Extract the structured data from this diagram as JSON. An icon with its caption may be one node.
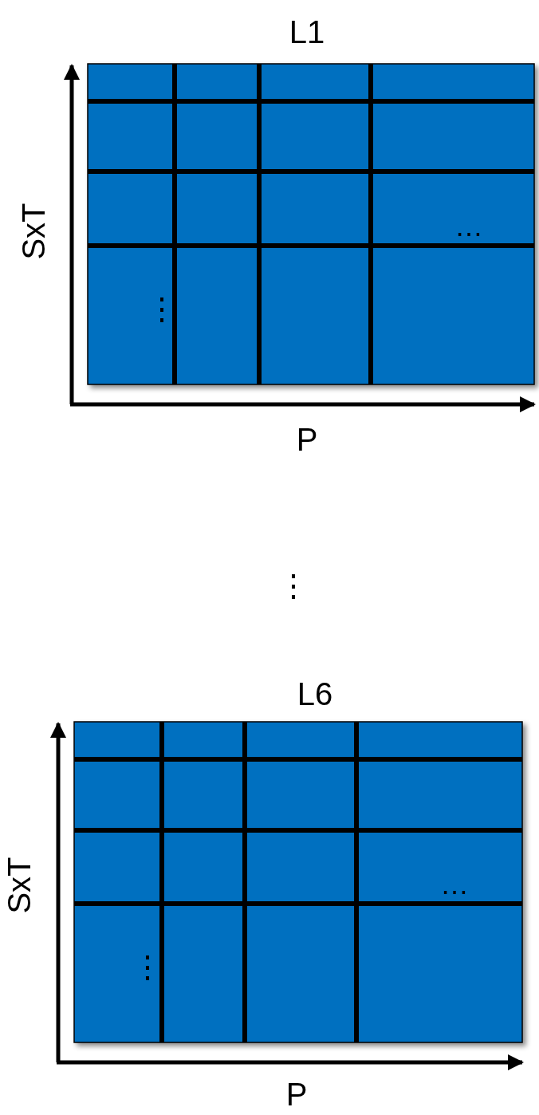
{
  "diagram": {
    "labels": [
      "L1",
      "SxT",
      "⋮",
      "…",
      "P",
      "⋮",
      "L6",
      "SxT",
      "⋮",
      "…",
      "P"
    ]
  }
}
